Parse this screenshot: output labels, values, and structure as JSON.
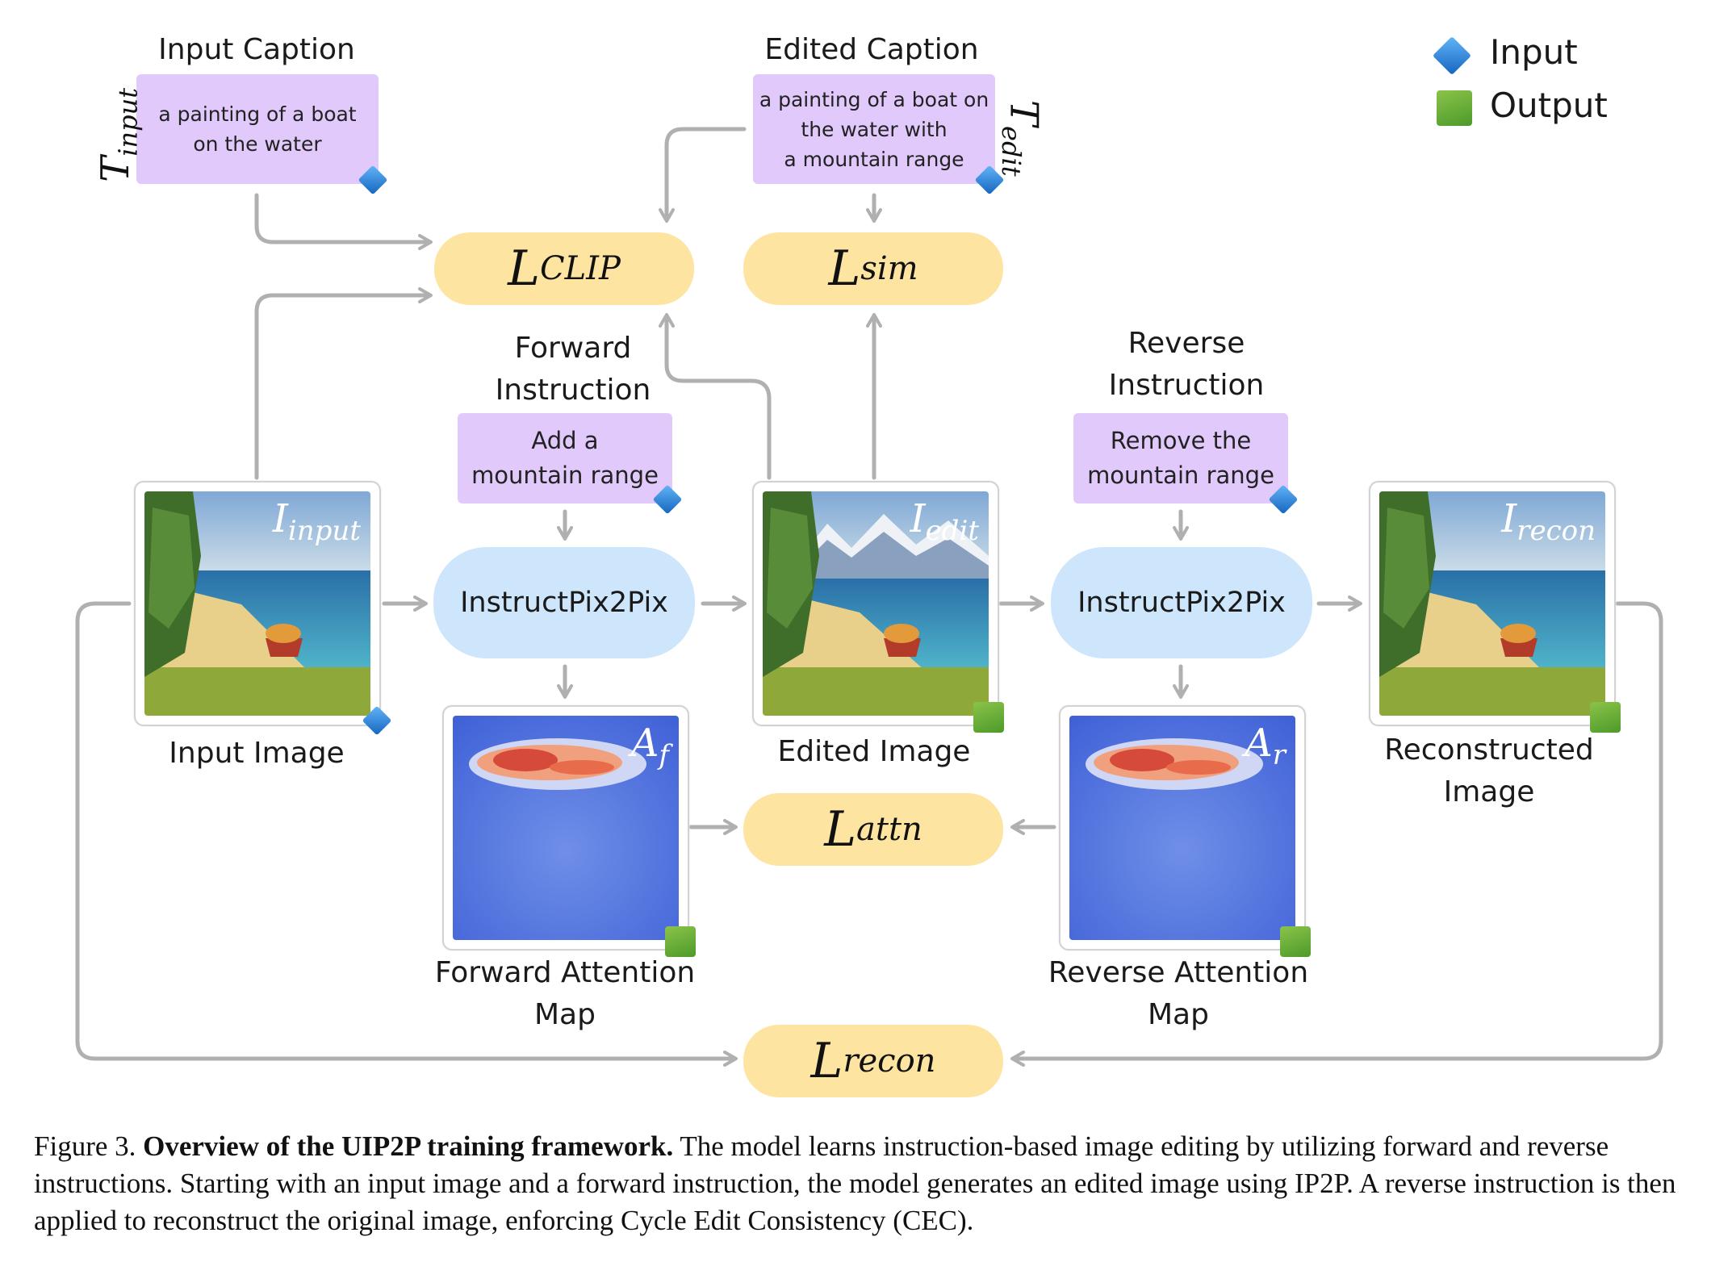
{
  "legend": {
    "input": "Input",
    "output": "Output"
  },
  "input_caption": {
    "title": "Input Caption",
    "text_line1": "a painting of a boat",
    "text_line2": "on the water",
    "var": "T",
    "var_sub": "input"
  },
  "edited_caption": {
    "title": "Edited Caption",
    "text_line1": "a painting of a boat on",
    "text_line2": "the water with",
    "text_line3": "a mountain range",
    "var": "T",
    "var_sub": "edit"
  },
  "losses": {
    "clip": {
      "symbol": "L",
      "sub": "CLIP"
    },
    "sim": {
      "symbol": "L",
      "sub": "sim"
    },
    "attn": {
      "symbol": "L",
      "sub": "attn"
    },
    "recon": {
      "symbol": "L",
      "sub": "recon"
    }
  },
  "forward_instruction": {
    "title_line1": "Forward",
    "title_line2": "Instruction",
    "text_line1": "Add a",
    "text_line2": "mountain range"
  },
  "reverse_instruction": {
    "title_line1": "Reverse",
    "title_line2": "Instruction",
    "text_line1": "Remove the",
    "text_line2": "mountain range"
  },
  "models": {
    "forward": "InstructPix2Pix",
    "reverse": "InstructPix2Pix"
  },
  "images": {
    "input": {
      "var": "I",
      "sub": "input",
      "label": "Input Image"
    },
    "edited": {
      "var": "I",
      "sub": "edit",
      "label": "Edited Image"
    },
    "recon": {
      "var": "I",
      "sub": "recon",
      "label_line1": "Reconstructed",
      "label_line2": "Image"
    }
  },
  "attention": {
    "forward": {
      "var": "A",
      "sub": "f",
      "label_line1": "Forward Attention",
      "label_line2": "Map"
    },
    "reverse": {
      "var": "A",
      "sub": "r",
      "label_line1": "Reverse Attention",
      "label_line2": "Map"
    }
  },
  "figure_caption": {
    "prefix": "Figure 3.",
    "bold": "Overview of the UIP2P training framework.",
    "body": "The model learns instruction-based image editing by utilizing forward and reverse instructions. Starting with an input image and a forward instruction, the model generates an edited image using IP2P. A reverse instruction is then applied to reconstruct the original image, enforcing Cycle Edit Consistency (CEC)."
  },
  "colors": {
    "caption_box": "#e1c9fb",
    "loss": "#fde4a0",
    "model": "#cde6fb",
    "input_marker": "#1e88e5",
    "output_marker": "#5aa832",
    "arrow": "#b0b0b0"
  }
}
